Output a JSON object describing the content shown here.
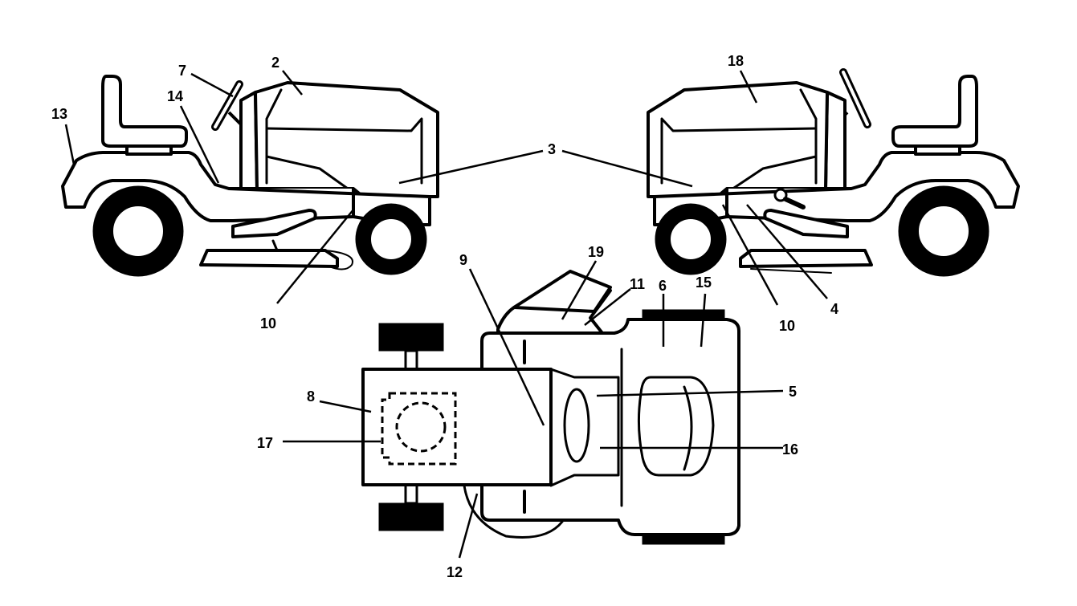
{
  "callouts": {
    "c2": "2",
    "c3": "3",
    "c4": "4",
    "c5": "5",
    "c6": "6",
    "c7": "7",
    "c8": "8",
    "c9": "9",
    "c10_left": "10",
    "c10_right": "10",
    "c11": "11",
    "c12": "12",
    "c13": "13",
    "c14": "14",
    "c15": "15",
    "c16": "16",
    "c17": "17",
    "c18": "18",
    "c19": "19"
  }
}
